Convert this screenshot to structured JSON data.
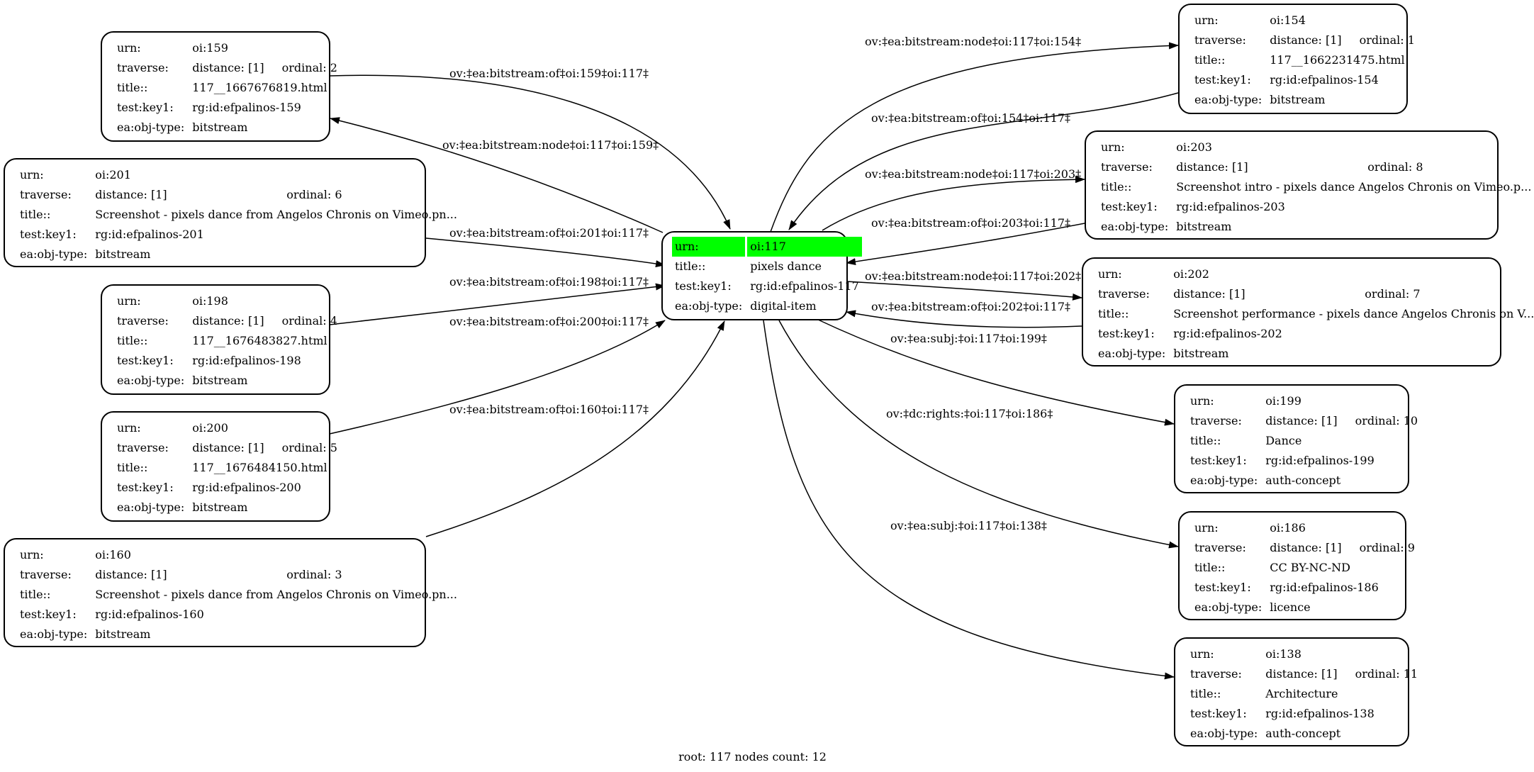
{
  "root": {
    "urn_key": "urn:",
    "urn": "oi:117",
    "title_key": "title::",
    "title": "pixels dance",
    "testkey_key": "test:key1:",
    "testkey": "rg:id:efpalinos-117",
    "type_key": "ea:obj-type:",
    "type": "digital-item"
  },
  "labels": {
    "urn": "urn:",
    "traverse": "traverse:",
    "title": "title::",
    "testkey": "test:key1:",
    "type": "ea:obj-type:",
    "distance": "distance: [1]"
  },
  "nodes": {
    "n159": {
      "urn": "oi:159",
      "ordinal": "ordinal: 2",
      "title": "117__1667676819.html",
      "testkey": "rg:id:efpalinos-159",
      "type": "bitstream"
    },
    "n201": {
      "urn": "oi:201",
      "ordinal": "ordinal: 6",
      "title": "Screenshot - pixels dance from Angelos Chronis on Vimeo.pn...",
      "testkey": "rg:id:efpalinos-201",
      "type": "bitstream"
    },
    "n198": {
      "urn": "oi:198",
      "ordinal": "ordinal: 4",
      "title": "117__1676483827.html",
      "testkey": "rg:id:efpalinos-198",
      "type": "bitstream"
    },
    "n200": {
      "urn": "oi:200",
      "ordinal": "ordinal: 5",
      "title": "117__1676484150.html",
      "testkey": "rg:id:efpalinos-200",
      "type": "bitstream"
    },
    "n160": {
      "urn": "oi:160",
      "ordinal": "ordinal: 3",
      "title": "Screenshot - pixels dance from Angelos Chronis on Vimeo.pn...",
      "testkey": "rg:id:efpalinos-160",
      "type": "bitstream"
    },
    "n154": {
      "urn": "oi:154",
      "ordinal": "ordinal: 1",
      "title": "117__1662231475.html",
      "testkey": "rg:id:efpalinos-154",
      "type": "bitstream"
    },
    "n203": {
      "urn": "oi:203",
      "ordinal": "ordinal: 8",
      "title": "Screenshot intro - pixels dance Angelos Chronis on Vimeo.p...",
      "testkey": "rg:id:efpalinos-203",
      "type": "bitstream"
    },
    "n202": {
      "urn": "oi:202",
      "ordinal": "ordinal: 7",
      "title": "Screenshot performance - pixels dance Angelos Chronis on V...",
      "testkey": "rg:id:efpalinos-202",
      "type": "bitstream"
    },
    "n199": {
      "urn": "oi:199",
      "ordinal": "ordinal: 10",
      "title": "Dance",
      "testkey": "rg:id:efpalinos-199",
      "type": "auth-concept"
    },
    "n186": {
      "urn": "oi:186",
      "ordinal": "ordinal: 9",
      "title": "CC BY-NC-ND",
      "testkey": "rg:id:efpalinos-186",
      "type": "licence"
    },
    "n138": {
      "urn": "oi:138",
      "ordinal": "ordinal: 11",
      "title": "Architecture",
      "testkey": "rg:id:efpalinos-138",
      "type": "auth-concept"
    }
  },
  "edges": {
    "e159_of": "ov:‡ea:bitstream:of‡oi:159‡oi:117‡",
    "e159_node": "ov:‡ea:bitstream:node‡oi:117‡oi:159‡",
    "e201_of": "ov:‡ea:bitstream:of‡oi:201‡oi:117‡",
    "e198_of": "ov:‡ea:bitstream:of‡oi:198‡oi:117‡",
    "e200_of": "ov:‡ea:bitstream:of‡oi:200‡oi:117‡",
    "e160_of": "ov:‡ea:bitstream:of‡oi:160‡oi:117‡",
    "e154_node": "ov:‡ea:bitstream:node‡oi:117‡oi:154‡",
    "e154_of": "ov:‡ea:bitstream:of‡oi:154‡oi:117‡",
    "e203_node": "ov:‡ea:bitstream:node‡oi:117‡oi:203‡",
    "e203_of": "ov:‡ea:bitstream:of‡oi:203‡oi:117‡",
    "e202_node": "ov:‡ea:bitstream:node‡oi:117‡oi:202‡",
    "e202_of": "ov:‡ea:bitstream:of‡oi:202‡oi:117‡",
    "e199_subj": "ov:‡ea:subj:‡oi:117‡oi:199‡",
    "e186_rights": "ov:‡dc:rights:‡oi:117‡oi:186‡",
    "e138_subj": "ov:‡ea:subj:‡oi:117‡oi:138‡"
  },
  "footer": "root: 117 nodes count: 12",
  "colors": {
    "root_highlight": "#00ff00",
    "stroke": "#000000",
    "background": "#ffffff"
  }
}
